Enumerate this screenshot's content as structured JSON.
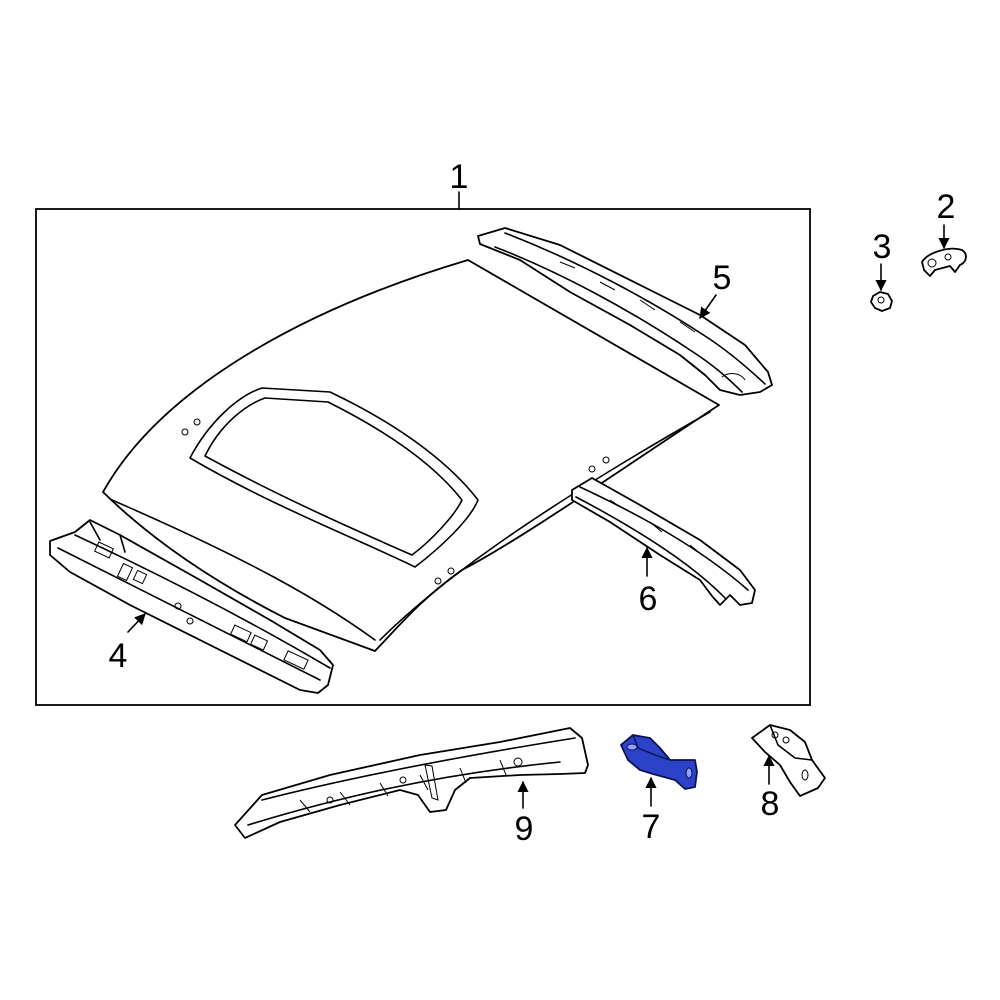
{
  "callouts": {
    "c1": "1",
    "c2": "2",
    "c3": "3",
    "c4": "4",
    "c5": "5",
    "c6": "6",
    "c7": "7",
    "c8": "8",
    "c9": "9"
  },
  "colors": {
    "highlight_part": "#2c42c8",
    "line": "#000000",
    "background": "#ffffff"
  },
  "highlighted_part": "7"
}
